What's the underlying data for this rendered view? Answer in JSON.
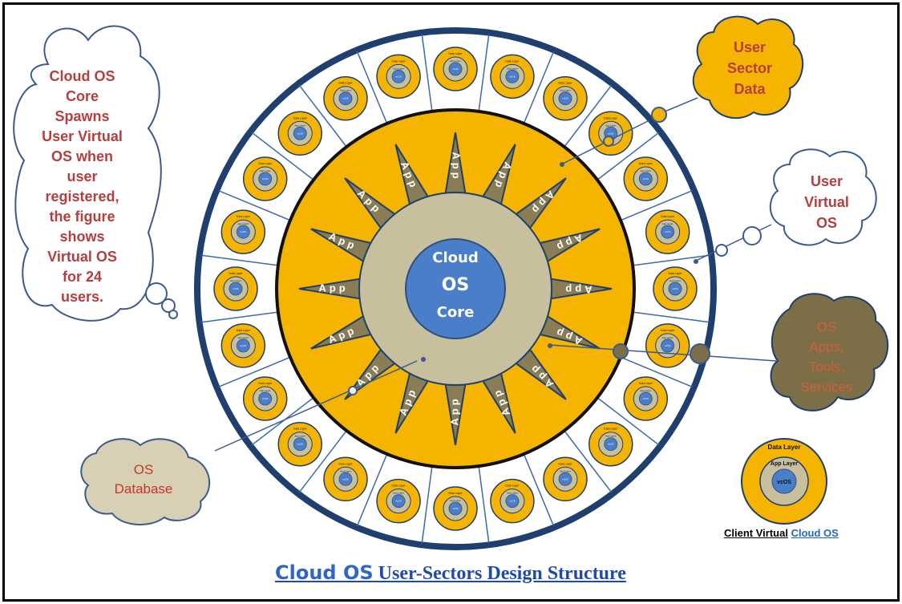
{
  "title": {
    "part1": "Cloud OS",
    "part2": " User-Sectors Design Structure"
  },
  "core": {
    "line1": "Cloud",
    "line2": "OS",
    "line3": "Core"
  },
  "callouts": {
    "left_note": [
      "Cloud OS",
      "Core",
      "Spawns",
      "User Virtual",
      "OS when",
      "user",
      "registered,",
      "the figure",
      "shows",
      "Virtual OS",
      "for 24",
      "users."
    ],
    "user_sector_data": [
      "User",
      "Sector",
      "Data"
    ],
    "user_virtual_os": [
      "User",
      "Virtual",
      "OS"
    ],
    "os_apps": [
      "OS",
      "Apps,",
      "Tools,",
      "Services"
    ],
    "os_database": [
      "OS",
      "Database"
    ]
  },
  "app_label": "App",
  "sector_count": 24,
  "sector": {
    "data_layer": "Data Layer",
    "app_layer": "App Layer",
    "vcos": "vcOS"
  },
  "legend": {
    "data_layer": "Data Layer",
    "app_layer": "App Layer",
    "vcos": "vcOS",
    "caption_part1": "Client Virtual",
    "caption_part2": "Cloud OS"
  },
  "colors": {
    "navy": "#1f3f6e",
    "gold": "#f5b400",
    "olive": "#8a7d55",
    "beige": "#c8bf9d",
    "blue": "#4a7ec9",
    "cloud_brown": "#7c6f47"
  }
}
